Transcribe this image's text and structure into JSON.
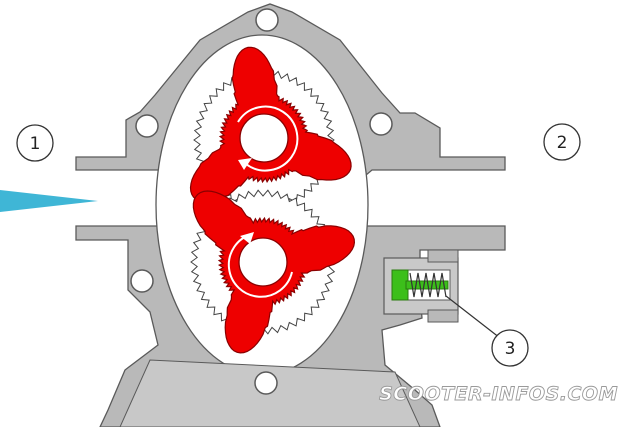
{
  "diagram": {
    "callouts": [
      {
        "id": "1",
        "label": "1"
      },
      {
        "id": "2",
        "label": "2"
      },
      {
        "id": "3",
        "label": "3"
      }
    ],
    "watermark": "SCOOTER-INFOS.COM",
    "colors": {
      "housing": "#b9b9b9",
      "housing_stroke": "#5a5a5a",
      "rotor": "#ee0000",
      "rotor_stroke": "#8a0000",
      "valve_green": "#3cbf1a",
      "inlet_arrow": "#3fb6d6",
      "white": "#ffffff"
    }
  }
}
